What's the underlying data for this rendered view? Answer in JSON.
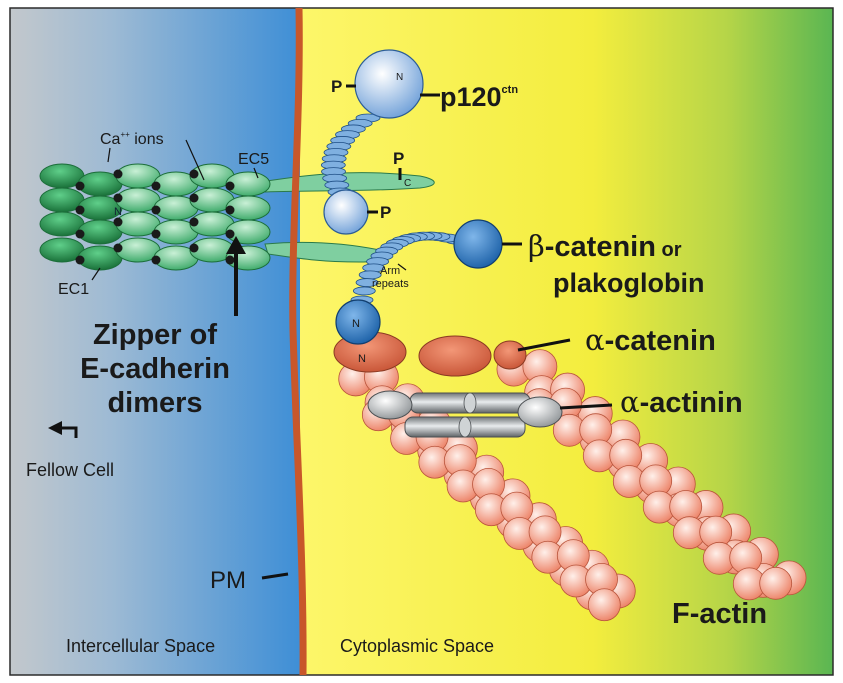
{
  "regions": {
    "intercellular": "Intercellular Space",
    "cytoplasmic": "Cytoplasmic Space",
    "membrane": "PM",
    "fellow_cell": "Fellow Cell"
  },
  "cadherin": {
    "ca_ions_prefix": "Ca",
    "ca_ions_sup": "++",
    "ca_ions_suffix": " ions",
    "ec5": "EC5",
    "ec1": "EC1",
    "n_label": "N",
    "c_label": "C",
    "zipper_line1": "Zipper of",
    "zipper_line2": "E-cadherin",
    "zipper_line3": "dimers"
  },
  "proteins": {
    "p120": "p120",
    "p120_sup": "ctn",
    "phospho": "P",
    "beta_symbol": "β",
    "beta_text": "-catenin",
    "beta_or": " or",
    "plakoglobin": "plakoglobin",
    "arm_line1": "Arm",
    "arm_line2": "repeats",
    "alpha_symbol": "α",
    "alpha_catenin": "-catenin",
    "alpha_actinin": "-actinin",
    "factin": "F-actin"
  },
  "colors": {
    "membrane": "#c8572a",
    "cadherin": "#5fc088",
    "cadherin_dark": "#1d7a3e",
    "p120": "#a9c9ee",
    "beta": "#2e74b8",
    "alpha": "#d9684a",
    "actin": "#f39a82",
    "actinin": "#b9bdc0"
  }
}
